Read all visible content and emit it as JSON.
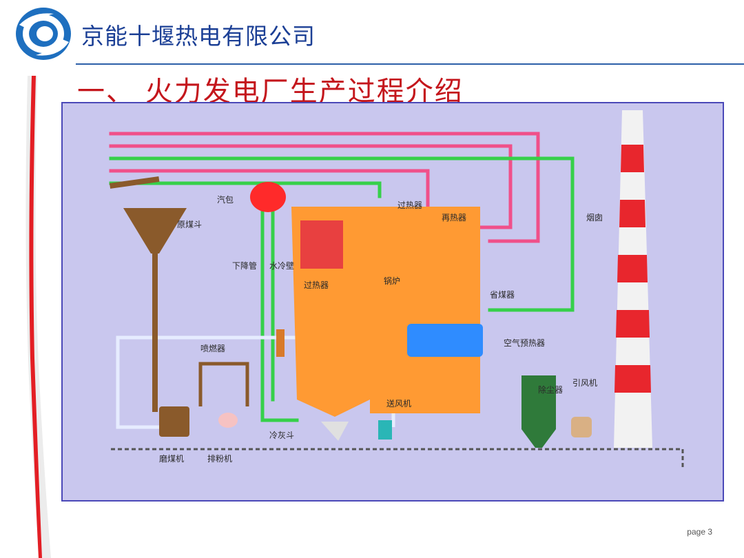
{
  "header": {
    "company": "京能十堰热电有限公司",
    "title": "一、 火力发电厂生产过程介绍",
    "page": "page 3"
  },
  "diagram": {
    "labels": {
      "steam_drum": "汽包",
      "raw_coal_hopper": "原煤斗",
      "downcomer": "下降管",
      "water_wall": "水冷壁",
      "superheater_top": "过热器",
      "reheater": "再热器",
      "chimney": "烟囱",
      "superheater": "过热器",
      "boiler": "锅炉",
      "economizer": "省煤器",
      "burner": "喷燃器",
      "air_preheater": "空气预热器",
      "forced_fan": "送风机",
      "dust_collector": "除尘器",
      "induced_fan": "引风机",
      "ash_hopper": "冷灰斗",
      "coal_mill": "磨煤机",
      "exhauster": "排粉机"
    },
    "colors": {
      "steam_line": "#f0508a",
      "water_line": "#36d04a",
      "air_line": "#dfe7ff",
      "coal_line": "#8a5a2b",
      "furnace": "#ff9a33",
      "drum": "#ff2a2a",
      "preheater": "#2f8cff",
      "chimney_red": "#e8262d"
    }
  }
}
